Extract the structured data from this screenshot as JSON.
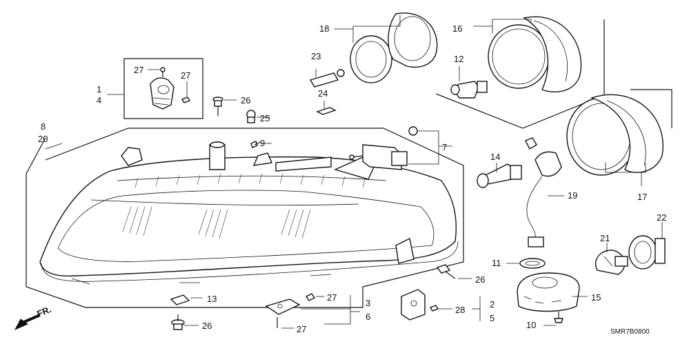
{
  "diagram": {
    "code": "SMR7B0800",
    "direction_label": "FR.",
    "callouts": {
      "c1": "1",
      "c4": "4",
      "c27a": "27",
      "c27b": "27",
      "c26a": "26",
      "c25": "25",
      "c8": "8",
      "c20": "20",
      "c9": "9",
      "c7": "7",
      "c18": "18",
      "c23": "23",
      "c24": "24",
      "c16": "16",
      "c12": "12",
      "c14": "14",
      "c19": "19",
      "c17": "17",
      "c22": "22",
      "c21": "21",
      "c11": "11",
      "c26b": "26",
      "c15": "15",
      "c10": "10",
      "c13": "13",
      "c27c": "27",
      "c27d": "27",
      "c3": "3",
      "c6": "6",
      "c28": "28",
      "c2": "2",
      "c5": "5",
      "c26c": "26"
    }
  }
}
